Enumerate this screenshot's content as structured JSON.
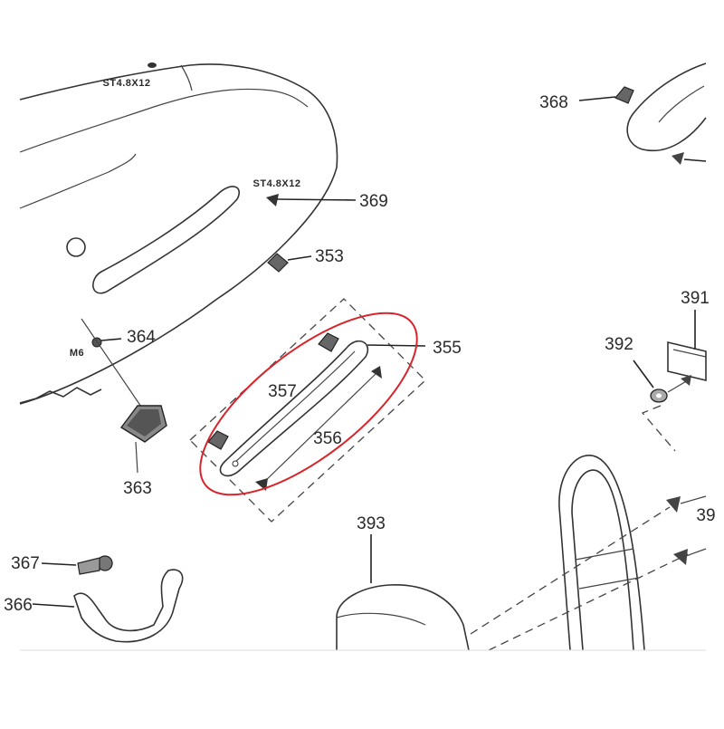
{
  "diagram": {
    "callouts": {
      "c368": "368",
      "c369": "369",
      "c353": "353",
      "c364": "364",
      "c355": "355",
      "c357": "357",
      "c356": "356",
      "c363": "363",
      "c392": "392",
      "c393": "393",
      "c391": "391",
      "c367": "367",
      "c366": "366",
      "c39x": "39"
    },
    "specs": {
      "screw_top": "ST4.8X12",
      "screw_mid": "ST4.8X12",
      "bolt_m6": "M6"
    },
    "highlight_color": "#d8242a",
    "line_color": "#333333"
  }
}
